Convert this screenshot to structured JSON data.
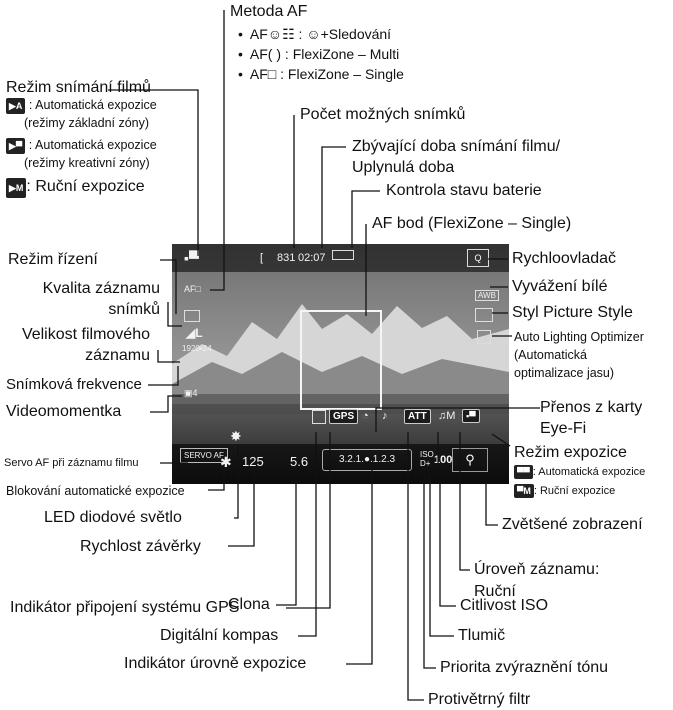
{
  "labels": {
    "metoda_af": "Metoda AF",
    "af_item1": "AF☺☷ : ☺+Sledování",
    "af_item2": "AF( ) : FlexiZone – Multi",
    "af_item3": "AF□ : FlexiZone – Single",
    "rezim_filmu": "Režim snímání filmů",
    "auto_exp_basic_1": ": Automatická expozice",
    "auto_exp_basic_2": "(režimy základní zóny)",
    "auto_exp_creative_1": ": Automatická expozice",
    "auto_exp_creative_2": "(režimy kreativní zóny)",
    "manual_exp": ": Ruční expozice",
    "pocet_snimku": "Počet možných snímků",
    "zbyvajici_1": "Zbývající doba snímání filmu/",
    "zbyvajici_2": "Uplynulá doba",
    "baterie": "Kontrola stavu baterie",
    "af_bod": "AF bod (FlexiZone – Single)",
    "rezim_rizeni": "Režim řízení",
    "kvalita_1": "Kvalita záznamu",
    "kvalita_2": "snímků",
    "velikost_1": "Velikost filmového",
    "velikost_2": "záznamu",
    "frekvence": "Snímková frekvence",
    "videomomentka": "Videomomentka",
    "servo_af": "Servo AF při záznamu filmu",
    "blokovani_ae": "Blokování automatické expozice",
    "led": "LED diodové světlo",
    "rychlost": "Rychlost závěrky",
    "clona": "Clona",
    "gps": "Indikátor připojení systému GPS",
    "kompas": "Digitální kompas",
    "uroven_exp": "Indikátor úrovně expozice",
    "rychloovladac": "Rychloovladač",
    "vyvazeni": "Vyvážení bílé",
    "picture_style": "Styl Picture Style",
    "alo_1": "Auto Lighting Optimizer",
    "alo_2": "(Automatická",
    "alo_3": "optimalizace jasu)",
    "eyefi_1": "Přenos z karty",
    "eyefi_2": "Eye-Fi",
    "rezim_exp": "Režim expozice",
    "rezim_exp_auto": ": Automatická expozice",
    "rezim_exp_manual": ": Ruční expozice",
    "zvetsene": "Zvětšené zobrazení",
    "uroven_zaznamu_1": "Úroveň záznamu:",
    "uroven_zaznamu_2": "Ruční",
    "iso": "Citlivost ISO",
    "tlumic": "Tlumič",
    "priorita": "Priorita zvýraznění tónu",
    "protivetrny": "Protivětrný filtr"
  },
  "osd": {
    "shots": "831",
    "time": "02:07",
    "shutter": "125",
    "aperture": "5.6",
    "exposure_scale": "3.2.1.●.1.2.3",
    "iso": "100",
    "servo": "SERVO AF",
    "gps": "GPS",
    "att": "ATT",
    "awb": "AWB",
    "frame_size": "1920",
    "frame_rate": "24",
    "af_mode": "AF□"
  }
}
